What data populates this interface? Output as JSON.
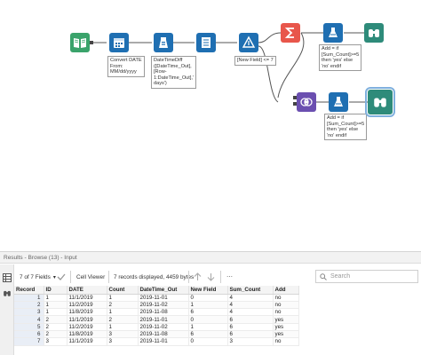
{
  "canvas": {
    "notes": {
      "convert_date": "Convert DATE\nFrom:\nMM/dd/yyyy",
      "datetimediff": "DateTimeDiff\n([DateTime_Out],\n[Row-\n1:DateTime_Out],'\ndays')",
      "filter": "[New Field] <= 7",
      "formula_top": "Add = if\n[Sum_Count]>=5\nthen 'yes' else\n'no' endif",
      "formula_bottom": "Add = if\n[Sum_Count]>=5\nthen 'yes' else\n'no' endif"
    },
    "tool_icons": {
      "input": "book-icon",
      "datetime": "calendar-icon",
      "multirow": "multi-row-formula-icon",
      "select": "select-list-icon",
      "filter": "filter-icon",
      "summarize": "sigma-icon",
      "formula_top": "flask-icon",
      "browse_top": "binoculars-icon",
      "join": "join-icon",
      "formula_bottom": "flask-icon",
      "browse_bottom": "binoculars-icon"
    },
    "colors": {
      "input": "#38a36a",
      "blue_tool": "#1f6fb2",
      "summarize": "#e8564b",
      "join": "#6b4fb0",
      "browse": "#2e8b7a",
      "wire": "#555555"
    }
  },
  "results": {
    "title": "Results - Browse (13) - Input",
    "fields_label": "7 of 7 Fields",
    "cell_viewer_label": "Cell Viewer",
    "records_label": "7 records displayed, 4459 bytes",
    "search_placeholder": "Search",
    "columns": [
      "Record",
      "ID",
      "DATE",
      "Count",
      "DateTime_Out",
      "New Field",
      "Sum_Count",
      "Add"
    ],
    "rows": [
      [
        "1",
        "1",
        "11/1/2019",
        "1",
        "2019-11-01",
        "0",
        "4",
        "no"
      ],
      [
        "2",
        "1",
        "11/2/2019",
        "2",
        "2019-11-02",
        "1",
        "4",
        "no"
      ],
      [
        "3",
        "1",
        "11/8/2019",
        "1",
        "2019-11-08",
        "6",
        "4",
        "no"
      ],
      [
        "4",
        "2",
        "11/1/2019",
        "2",
        "2019-11-01",
        "0",
        "6",
        "yes"
      ],
      [
        "5",
        "2",
        "11/2/2019",
        "1",
        "2019-11-02",
        "1",
        "6",
        "yes"
      ],
      [
        "6",
        "2",
        "11/8/2019",
        "3",
        "2019-11-08",
        "6",
        "6",
        "yes"
      ],
      [
        "7",
        "3",
        "11/1/2019",
        "3",
        "2019-11-01",
        "0",
        "3",
        "no"
      ]
    ]
  }
}
